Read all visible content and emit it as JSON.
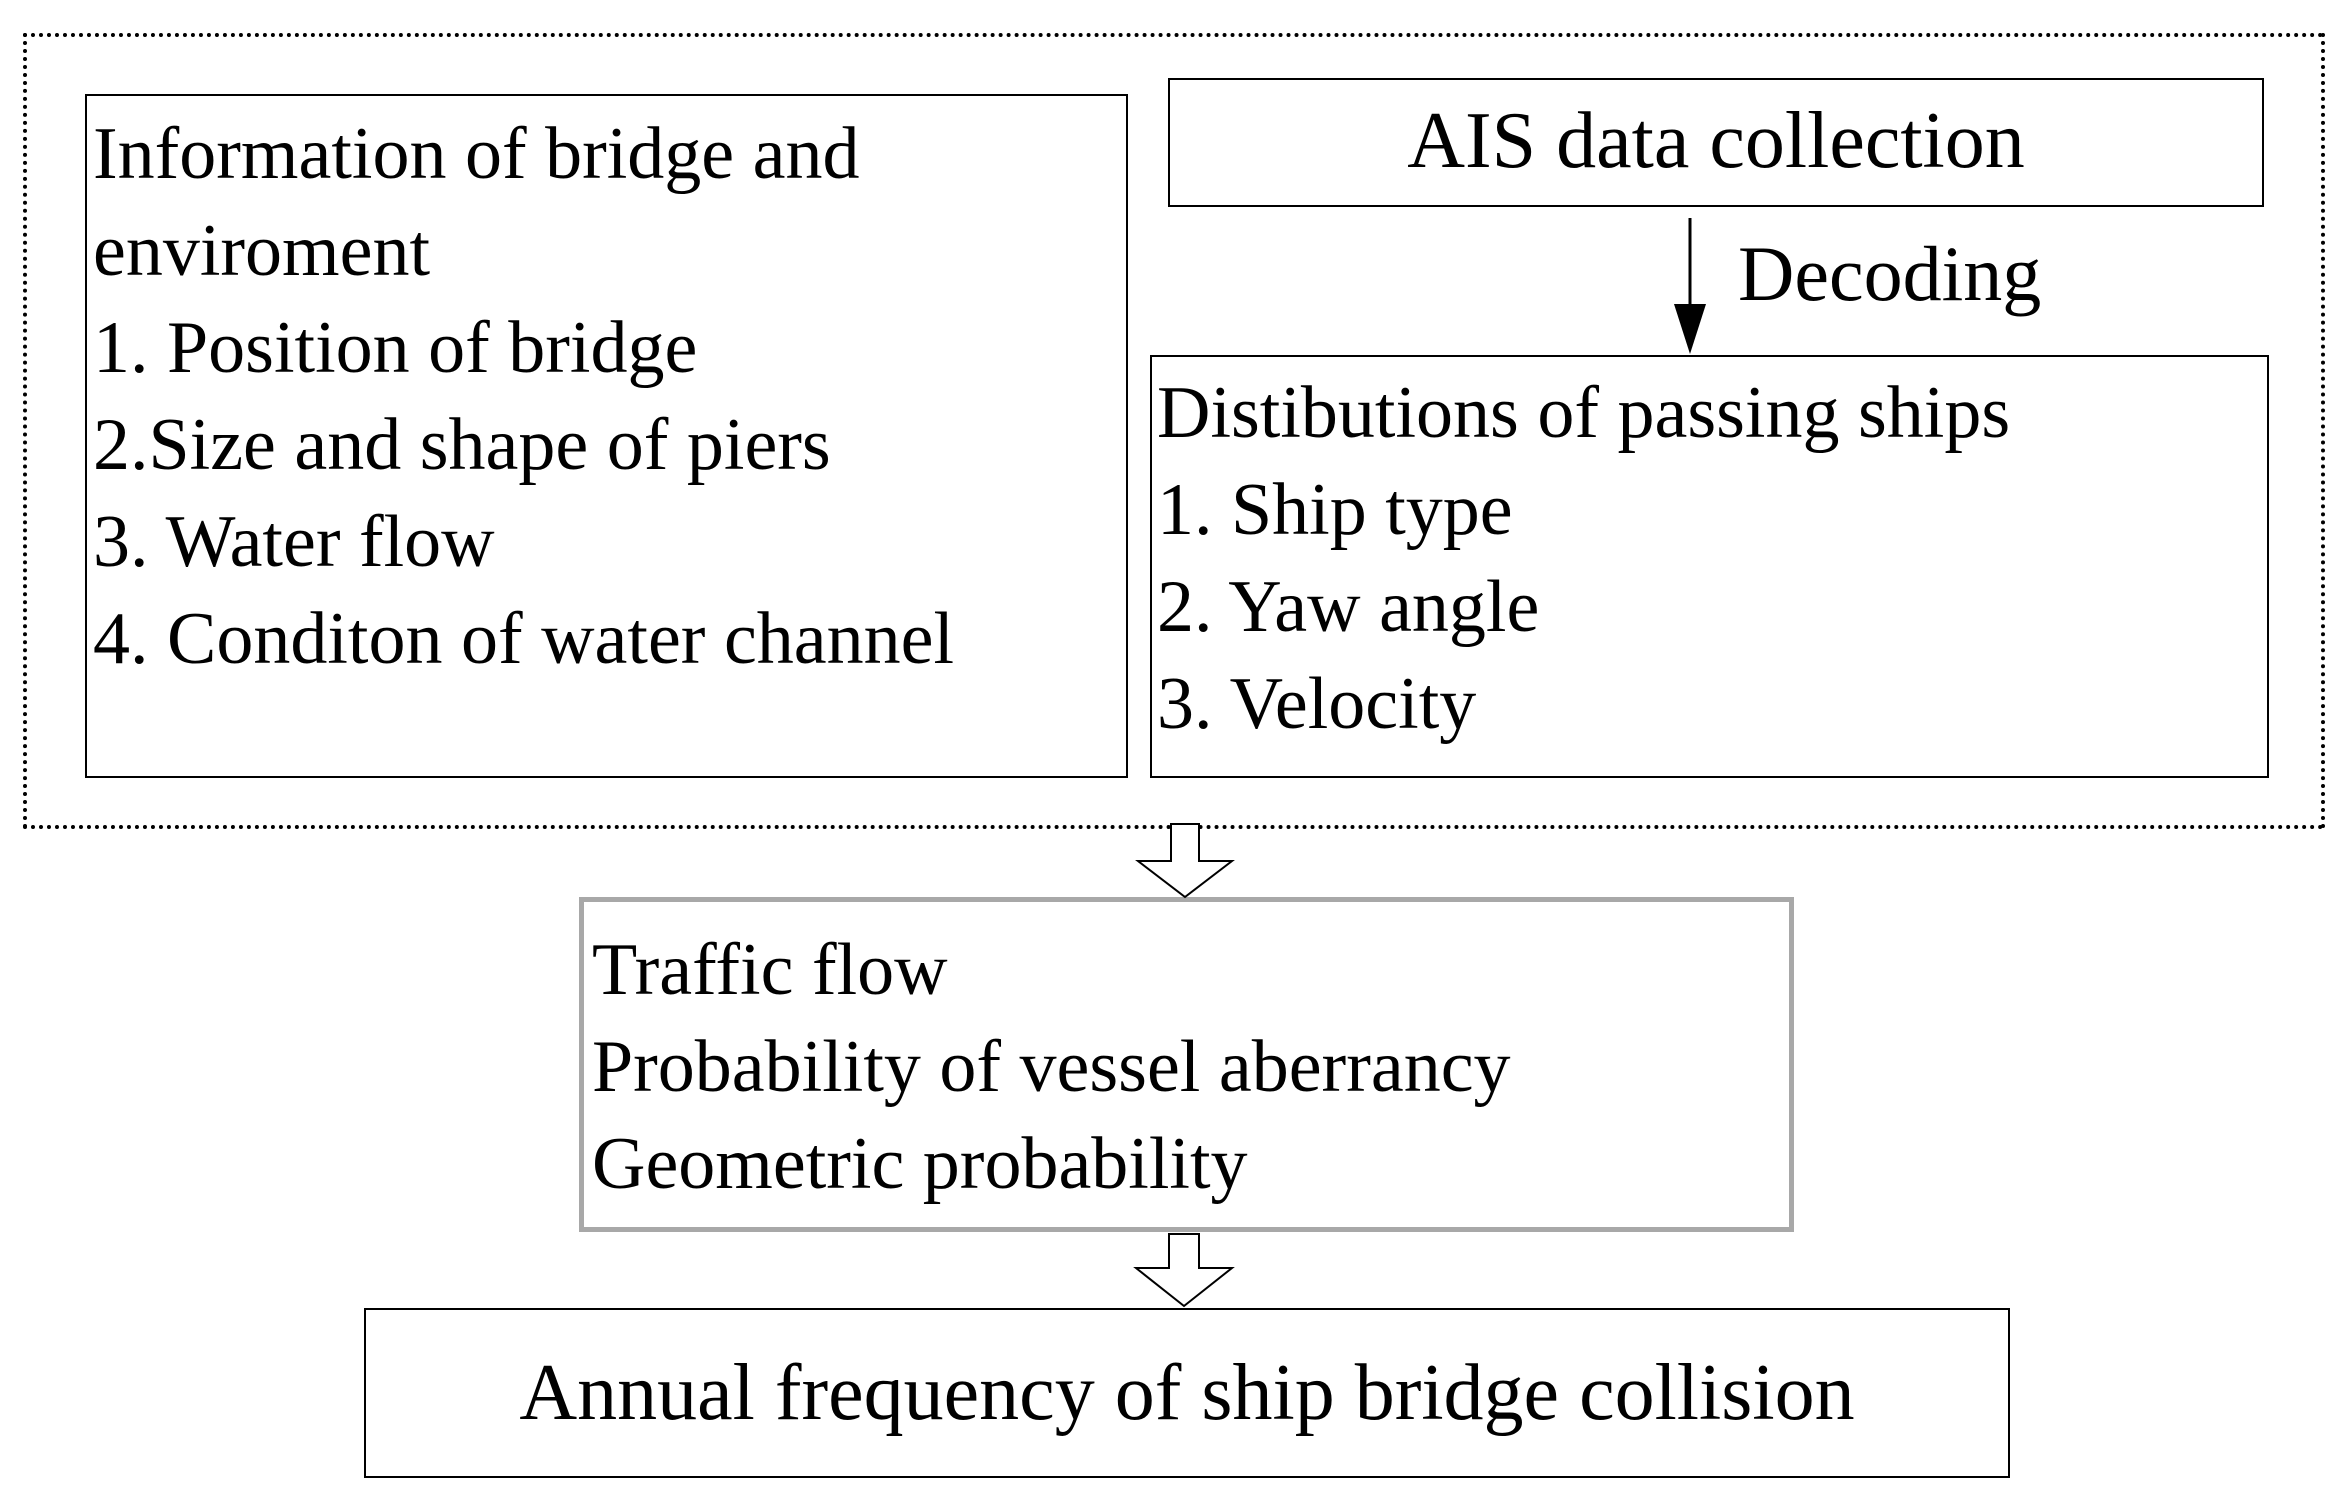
{
  "bridge_info": {
    "title_line1": "Information of bridge and",
    "title_line2": "enviroment",
    "items": [
      "1. Position of bridge",
      "2.Size and shape of piers",
      "3. Water flow",
      "4. Conditon of water channel"
    ]
  },
  "ais": {
    "title": "AIS data collection",
    "arrow_label": "Decoding"
  },
  "ship_dist": {
    "title": "Distibutions of passing ships",
    "items": [
      "1. Ship type",
      "2. Yaw angle",
      "3. Velocity"
    ]
  },
  "middle": {
    "lines": [
      "Traffic flow",
      "Probability of vessel aberrancy",
      "Geometric probability"
    ]
  },
  "result": {
    "title": "Annual frequency of ship bridge collision"
  }
}
